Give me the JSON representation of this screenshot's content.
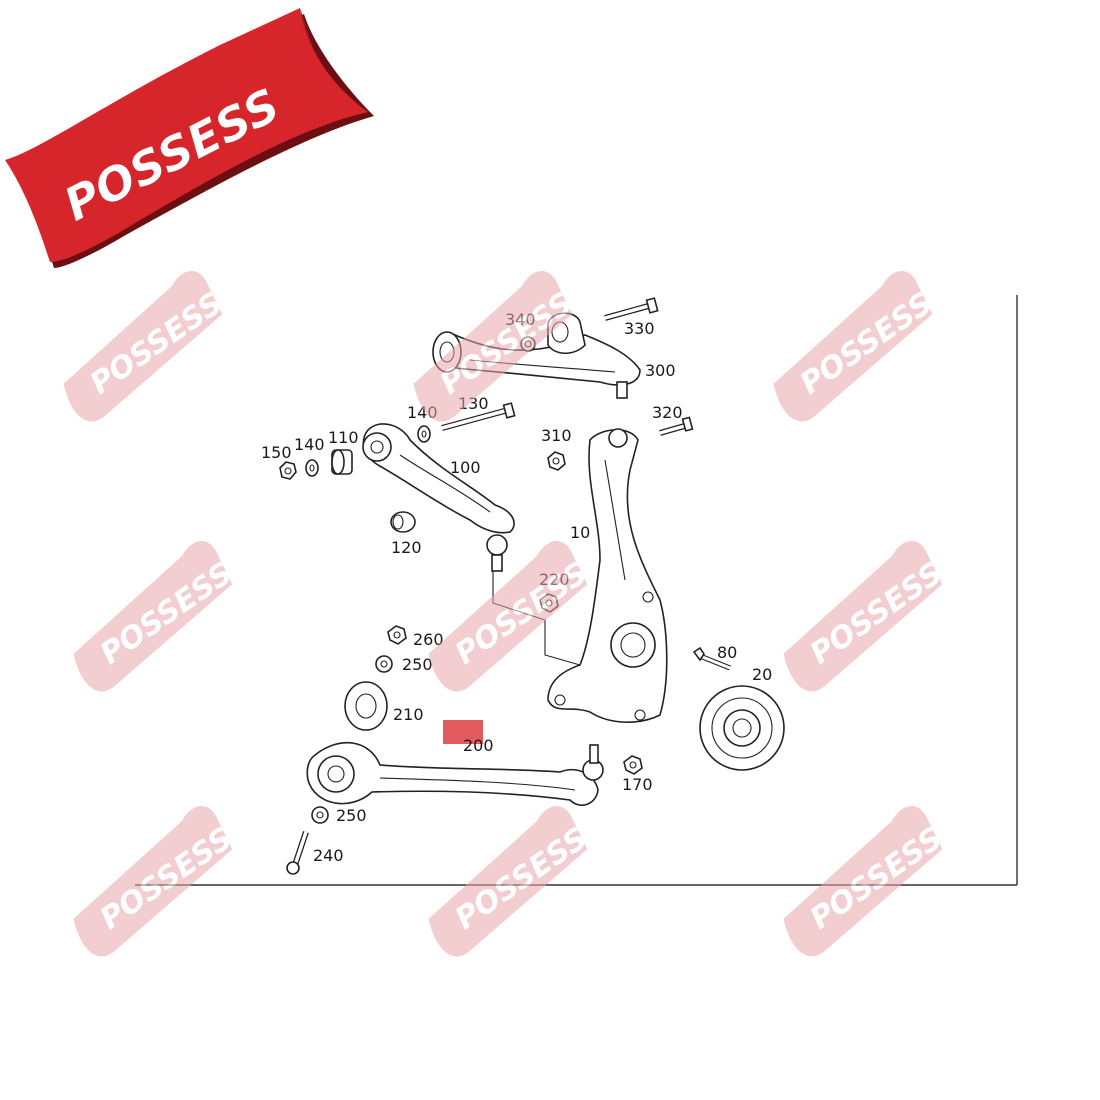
{
  "brand": {
    "name": "POSSESS",
    "banner_color": "#d7262b",
    "watermark_color": "#e9a7aa"
  },
  "labels": {
    "l10": "10",
    "l20": "20",
    "l80": "80",
    "l100": "100",
    "l110": "110",
    "l120": "120",
    "l130": "130",
    "l140a": "140",
    "l140b": "140",
    "l150": "150",
    "l170": "170",
    "l200": "200",
    "l210": "210",
    "l220": "220",
    "l240": "240",
    "l250a": "250",
    "l250b": "250",
    "l260": "260",
    "l300": "300",
    "l310": "310",
    "l320": "320",
    "l330": "330",
    "l340": "340"
  },
  "highlight": {
    "part": "200",
    "color": "#e05a5e"
  }
}
